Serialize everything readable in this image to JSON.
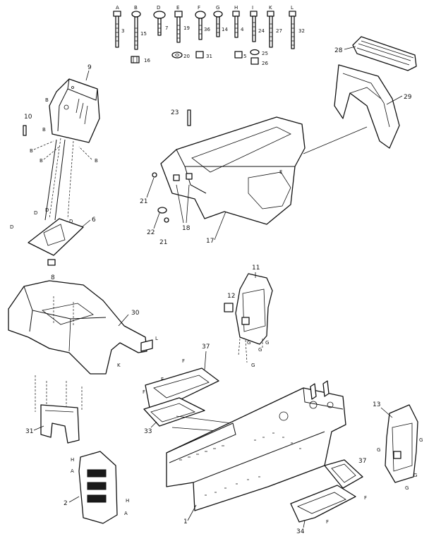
{
  "hardware_row": [
    {
      "letter": "A",
      "ref": "3"
    },
    {
      "letter": "B",
      "ref": "15"
    },
    {
      "letter": "D",
      "ref": "7"
    },
    {
      "letter": "E",
      "ref": "19"
    },
    {
      "letter": "F",
      "ref": "36"
    },
    {
      "letter": "G",
      "ref": "14"
    },
    {
      "letter": "H",
      "ref": "4"
    },
    {
      "letter": "I",
      "ref": "24"
    },
    {
      "letter": "K",
      "ref": "27"
    },
    {
      "letter": "L",
      "ref": "32"
    }
  ],
  "hardware_lower_refs": [
    "16",
    "20",
    "31",
    "5",
    "25",
    "26"
  ],
  "part_refs": {
    "dash_panel": "9",
    "side_bolt": "10",
    "dash_bracket": "6",
    "dash_nut": "8",
    "hood_clip": "23",
    "grille": "29",
    "grille_frame": "28",
    "hood": "17",
    "lens_clip": "21",
    "lens_washer": "22",
    "lens_clip_2": "21",
    "headlight": "18",
    "side_panel": "11",
    "small_plate": "12",
    "fender": "30",
    "fender_bracket": "31",
    "step_plate": "2",
    "footrest_left": "37",
    "footrest_left_pad": "33",
    "frame": "1",
    "footrest_right": "37",
    "footrest_right_pad": "34",
    "right_side_panel": "13"
  },
  "callout_letters": {
    "dash_b1": "B",
    "dash_b2": "B",
    "dash_b3": "B",
    "dash_b4": "B",
    "dash_b5": "B",
    "dash_d1": "D",
    "dash_d2": "D",
    "dash_d3": "D",
    "dash_d4": "D",
    "hood_e": "E",
    "side_g1": "G",
    "side_g2": "G",
    "side_g3": "G",
    "side_g4": "G",
    "fender_l": "L",
    "fender_k": "K",
    "step_h1": "H",
    "step_a1": "A",
    "step_h2": "H",
    "step_a2": "A",
    "foot_f1": "F",
    "foot_f2": "F",
    "foot_f3": "F",
    "foot_f4": "F",
    "foot_f5": "F",
    "r_g1": "G",
    "r_g2": "G",
    "r_g3": "G",
    "r_g4": "G"
  }
}
